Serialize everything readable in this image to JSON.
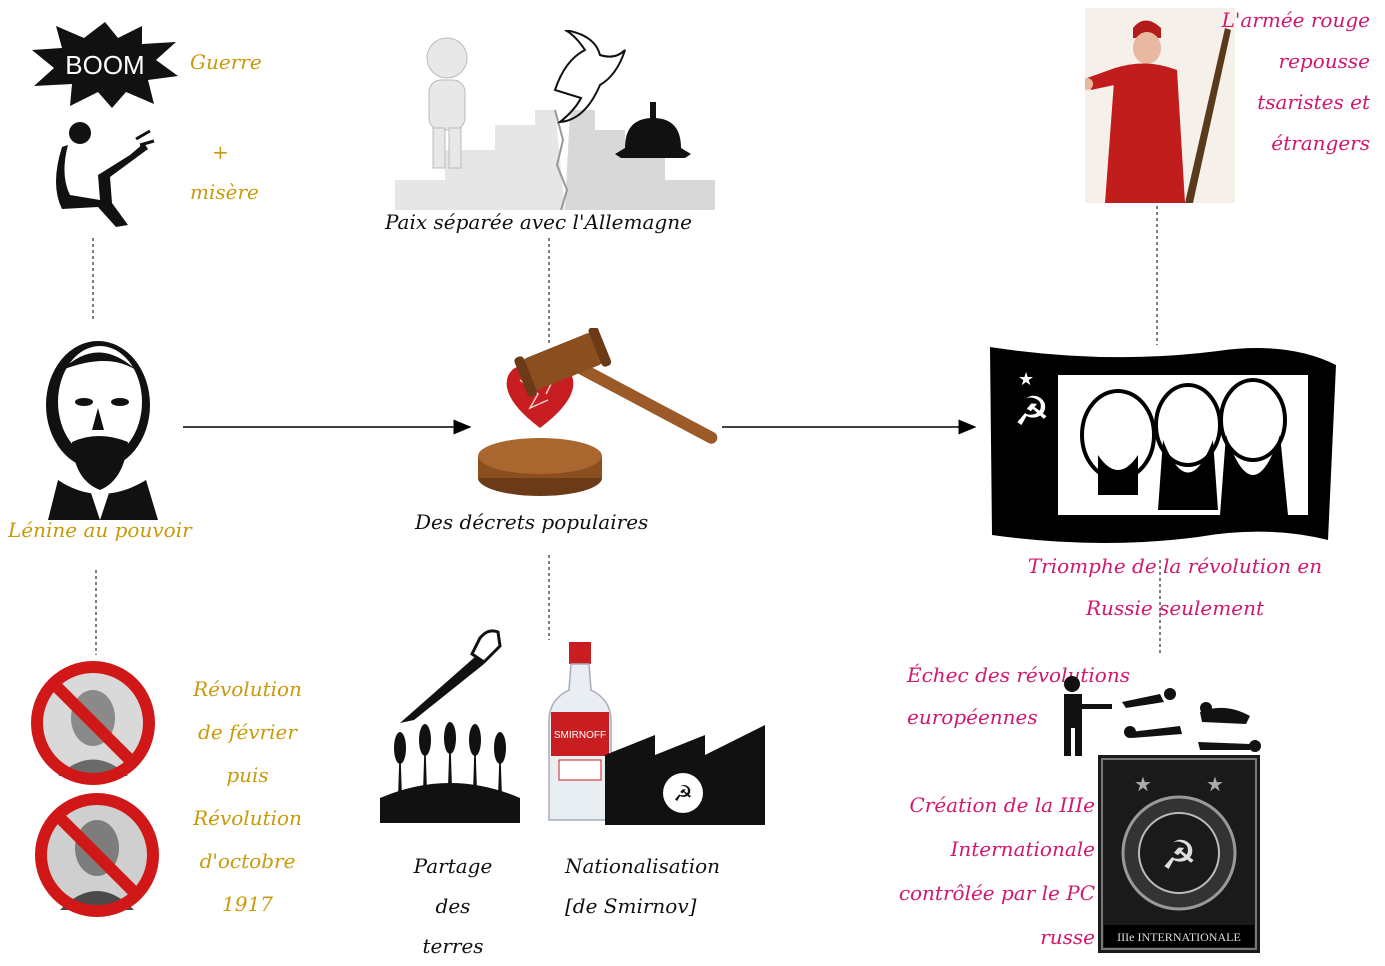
{
  "colors": {
    "gold": "#c89a0c",
    "pink": "#d0186f",
    "ink": "#111111"
  },
  "causes": {
    "boom": "BOOM",
    "guerre": "Guerre",
    "plus": "+",
    "misere": "misère"
  },
  "lenine": {
    "label": "Lénine au pouvoir"
  },
  "revolutions": {
    "l1": "Révolution",
    "l2": "de février",
    "l3": "puis",
    "l4": "Révolution",
    "l5": "d'octobre",
    "l6": "1917"
  },
  "paix": {
    "label": "Paix séparée avec l'Allemagne"
  },
  "decrets": {
    "label": "Des décrets populaires"
  },
  "partage": {
    "l1": "Partage",
    "l2": "des",
    "l3": "terres"
  },
  "nationalisation": {
    "l1": "Nationalisation",
    "l2": "[de Smirnov]",
    "bottle_brand": "SMIRNOFF"
  },
  "armee": {
    "l1": "L'armée rouge",
    "l2": "repousse",
    "l3": "tsaristes et",
    "l4": "étrangers"
  },
  "triomphe": {
    "l1": "Triomphe de la révolution en",
    "l2": "Russie seulement"
  },
  "echec": {
    "l1": "Échec des révolutions",
    "l2": "européennes"
  },
  "creation": {
    "l1": "Création de la IIIe",
    "l2": "Internationale",
    "l3": "contrôlée par le PC",
    "l4": "russe"
  },
  "internationale": {
    "emblem_label": "IIIe INTERNATIONALE"
  },
  "icons": [
    "boom-icon",
    "sitting-man-icon",
    "lenin-portrait-icon",
    "banned-tsar-icon",
    "banned-kerensky-icon",
    "thinking-figure-icon",
    "dove-icon",
    "pickelhaube-icon",
    "gavel-heart-icon",
    "knife-hand-icon",
    "wheat-icon",
    "vodka-bottle-icon",
    "factory-icon",
    "red-army-soldier-icon",
    "soviet-flag-icon",
    "shooting-icon",
    "comintern-emblem-icon"
  ]
}
